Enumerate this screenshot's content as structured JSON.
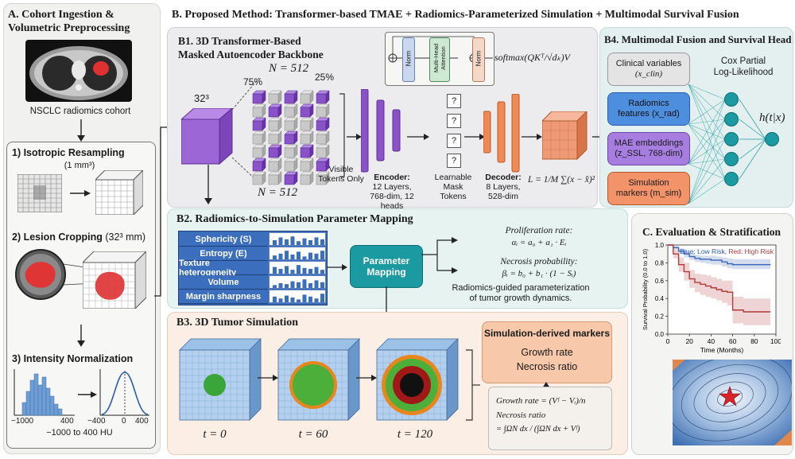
{
  "panelA": {
    "title_line1": "A. Cohort Ingestion &",
    "title_line2": "Volumetric Preprocessing",
    "ct_caption": "NSCLC radiomics cohort",
    "step1_title": "1) Isotropic Resampling",
    "step1_sub": "(1 mm³)",
    "step2_title": "2) Lesion Cropping",
    "step2_suffix": "(32³ mm)",
    "step3_title": "3) Intensity Normalization",
    "hist_left_ticks": [
      "−1000",
      "400"
    ],
    "hist_right_ticks": [
      "−400",
      "0",
      "400"
    ],
    "range_label": "−1000 to 400 HU"
  },
  "header": {
    "title": "B. Proposed Method: Transformer-based TMAE + Radiomics-Parameterized Simulation + Multimodal Survival Fusion"
  },
  "b1": {
    "title_line1": "B1. 3D Transformer-Based",
    "title_line2": "Masked Autoencoder Backbone",
    "cube_label": "32³",
    "n_top": "N = 512",
    "n_bottom": "N = 512",
    "pct_masked": "75%",
    "pct_visible": "25%",
    "visible_label_line1": "Visible",
    "visible_label_line2": "Tokens Only",
    "encoder_title": "Encoder:",
    "encoder_line1": "12 Layers,",
    "encoder_line2": "768-dim, 12 heads",
    "mask_tokens_line1": "Learnable",
    "mask_tokens_line2": "Mask",
    "mask_tokens_line3": "Tokens",
    "mask_symbol": "?",
    "decoder_title": "Decoder:",
    "decoder_line1": "8 Layers,",
    "decoder_line2": "528-dim",
    "loss": "L = 1/M ∑(x − x̂)²",
    "block_norm": "Norm",
    "block_attn": "Multi-Head Attention",
    "softmax": "softmax(QKᵀ/√dₖ)V"
  },
  "b2": {
    "title": "B2. Radiomics-to-Simulation Parameter Mapping",
    "features": [
      "Sphericity (S)",
      "Entropy (E)",
      "Texture heterogeneity",
      "Volume",
      "Margin sharpness"
    ],
    "mapping_line1": "Parameter",
    "mapping_line2": "Mapping",
    "prolif_title": "Proliferation rate:",
    "prolif_eq": "αᵢ = a₀ + a₁ · Eᵢ",
    "necro_title": "Necrosis probability:",
    "necro_eq": "βᵢ = b₀ + b₁ · (1 − Sᵢ)",
    "caption_line1": "Radiomics-guided parameterization",
    "caption_line2": "of tumor growth dynamics."
  },
  "b3": {
    "title": "B3. 3D Tumor Simulation",
    "times": [
      "t = 0",
      "t = 60",
      "t = 120"
    ],
    "markers_title": "Simulation-derived markers",
    "marker1": "Growth rate",
    "marker2": "Necrosis ratio",
    "eq_growth": "Growth rate = (Vᶠ − Vᵢ)/n",
    "eq_necro_title": "Necrosis ratio",
    "eq_necro": "= ∫ΩN dx / (∫ΩN dx + Vᶠ)"
  },
  "b4": {
    "title": "B4. Multimodal Fusion and Survival Head",
    "inputs": [
      {
        "line1": "Clinical variables",
        "line2": "(x_clin)"
      },
      {
        "line1": "Radiomics",
        "line2": "features (x_rad)"
      },
      {
        "line1": "MAE embeddings",
        "line2": "(z_SSL, 768-dim)"
      },
      {
        "line1": "Simulation",
        "line2": "markers (m_sim)"
      }
    ],
    "loss_line1": "Cox Partial",
    "loss_line2": "Log-Likelihood",
    "output": "h(t|x)"
  },
  "panelC": {
    "title": "C. Evaluation & Stratification",
    "legend_blue": "Blue: Low Risk,",
    "legend_red": "Red: High Risk",
    "ylabel": "Survival Probability (0.0 to 1.0)",
    "xlabel": "Time (Months)"
  },
  "chart_data": {
    "type": "line",
    "xlabel": "Time (Months)",
    "ylabel": "Survival Probability (0.0 to 1.0)",
    "xlim": [
      0,
      100
    ],
    "ylim": [
      0,
      1.0
    ],
    "xticks": [
      0,
      20,
      40,
      60,
      80,
      100
    ],
    "yticks": [
      0.0,
      0.2,
      0.4,
      0.6,
      0.8,
      1.0
    ],
    "legend": "top-right",
    "grid": false,
    "series": [
      {
        "name": "Low Risk",
        "color": "#3a66b8",
        "x": [
          0,
          5,
          10,
          15,
          20,
          25,
          30,
          35,
          40,
          45,
          50,
          55,
          60,
          70,
          80,
          90,
          95
        ],
        "y": [
          1.0,
          0.97,
          0.93,
          0.9,
          0.87,
          0.85,
          0.84,
          0.84,
          0.83,
          0.83,
          0.81,
          0.79,
          0.78,
          0.78,
          0.78,
          0.78,
          0.78
        ],
        "lower": [
          1.0,
          0.95,
          0.9,
          0.86,
          0.83,
          0.81,
          0.8,
          0.79,
          0.78,
          0.78,
          0.76,
          0.74,
          0.73,
          0.73,
          0.73,
          0.73,
          0.73
        ],
        "upper": [
          1.0,
          0.99,
          0.96,
          0.94,
          0.91,
          0.89,
          0.88,
          0.88,
          0.88,
          0.87,
          0.86,
          0.85,
          0.84,
          0.84,
          0.84,
          0.84,
          0.84
        ]
      },
      {
        "name": "High Risk",
        "color": "#b23a3a",
        "x": [
          0,
          5,
          10,
          15,
          20,
          25,
          30,
          35,
          40,
          45,
          50,
          55,
          60,
          70,
          80,
          90,
          95
        ],
        "y": [
          1.0,
          0.9,
          0.78,
          0.7,
          0.62,
          0.58,
          0.56,
          0.54,
          0.52,
          0.5,
          0.48,
          0.47,
          0.27,
          0.25,
          0.25,
          0.25,
          0.25
        ],
        "lower": [
          1.0,
          0.85,
          0.7,
          0.6,
          0.52,
          0.47,
          0.44,
          0.42,
          0.4,
          0.38,
          0.35,
          0.32,
          0.12,
          0.1,
          0.1,
          0.1,
          0.1
        ],
        "upper": [
          1.0,
          0.95,
          0.86,
          0.8,
          0.72,
          0.68,
          0.67,
          0.66,
          0.64,
          0.62,
          0.6,
          0.6,
          0.42,
          0.4,
          0.4,
          0.4,
          0.4
        ]
      }
    ]
  },
  "colors": {
    "panelA_bg": "#f1f1ef",
    "panelB1_bg": "#ececee",
    "panelB2_bg": "#e6f3f1",
    "panelB3_bg": "#fbeee5",
    "panelB4_bg": "#e3f0ef",
    "purple": "#8a52c9",
    "orange": "#ef8a55",
    "blue_feature": "#3b6fbe",
    "teal": "#1b9aa2"
  }
}
